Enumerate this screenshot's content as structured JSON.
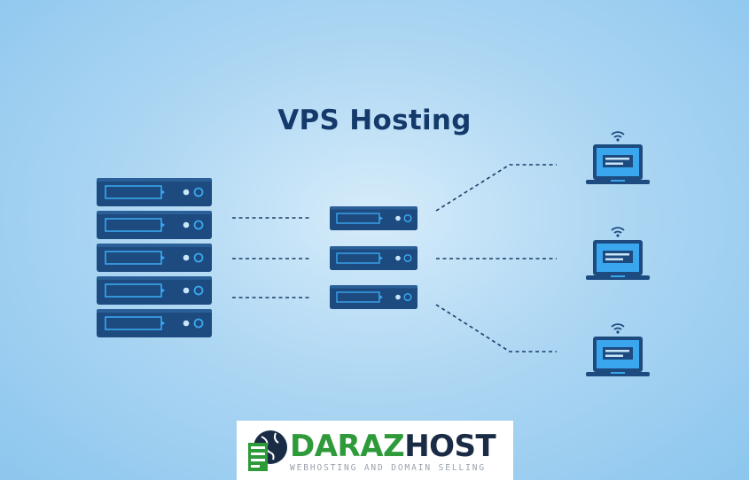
{
  "title": "VPS Hosting",
  "logo": {
    "name_part1": "DARAZ",
    "name_part2": "HOST",
    "tagline": "WEBHOSTING AND DOMAIN SELLING",
    "mark_icon": "server-globe-icon"
  },
  "icons": {
    "main_server": "server-rack-icon",
    "vps_unit": "vps-server-icon",
    "client": "laptop-wifi-icon"
  },
  "colors": {
    "server_body": "#1d4b80",
    "server_accent": "#3aa6ee",
    "title": "#143a6b",
    "logo_green": "#2e9a3a",
    "logo_dark": "#1a2c45"
  }
}
